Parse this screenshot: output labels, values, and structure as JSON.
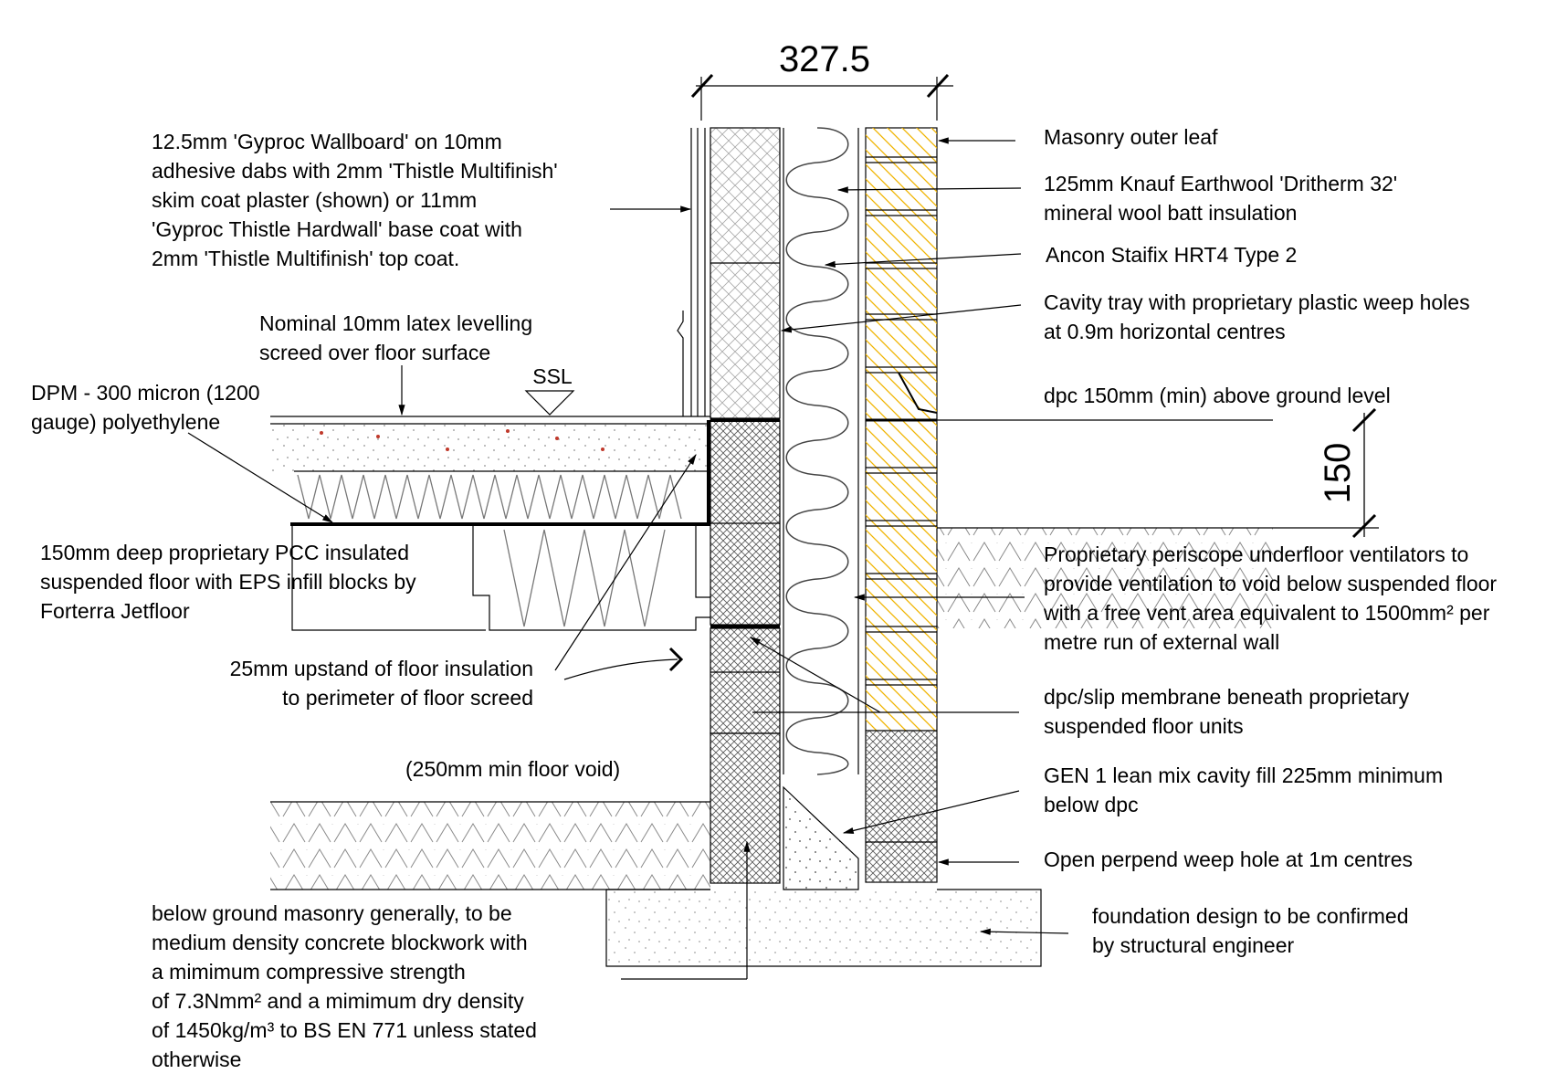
{
  "dimensions": {
    "wall_width": "327.5",
    "dpc_height": "150"
  },
  "datum": {
    "ssl": "SSL"
  },
  "labels": {
    "plasterboard": "12.5mm 'Gyproc Wallboard' on 10mm\nadhesive dabs with 2mm 'Thistle Multifinish'\nskim coat plaster (shown) or 11mm\n'Gyproc Thistle Hardwall' base coat with\n2mm 'Thistle Multifinish' top coat.",
    "screed": "Nominal 10mm latex levelling\nscreed over floor surface",
    "dpm": "DPM - 300 micron (1200\ngauge) polyethylene",
    "floor_units": "150mm deep proprietary PCC insulated\nsuspended floor with EPS infill blocks by\nForterra Jetfloor",
    "upstand": "25mm upstand of floor insulation\nto perimeter of floor screed",
    "floor_void": "(250mm min floor void)",
    "below_ground": "below ground masonry generally, to be\nmedium density concrete blockwork with\na mimimum compressive strength\nof 7.3Nmm² and a mimimum dry density\nof 1450kg/m³ to BS EN 771 unless stated\notherwise",
    "outer_leaf": "Masonry outer leaf",
    "insulation": "125mm Knauf Earthwool 'Dritherm 32'\nmineral wool batt insulation",
    "wall_tie": "Ancon Staifix HRT4 Type 2",
    "cavity_tray": "Cavity tray with proprietary plastic weep holes\nat 0.9m horizontal centres",
    "dpc": "dpc 150mm (min) above ground level",
    "ventilators": "Proprietary periscope underfloor ventilators to\nprovide ventilation to void below suspended floor\nwith a free vent area equivalent to 1500mm² per\nmetre run of external wall",
    "slip_membrane": "dpc/slip membrane beneath proprietary\nsuspended floor units",
    "cavity_fill": "GEN 1 lean mix cavity fill 225mm minimum\nbelow dpc",
    "weep_hole": "Open perpend weep hole at 1m centres",
    "foundation": "foundation design to be confirmed\nby structural engineer"
  },
  "colors": {
    "line": "#000000",
    "brick_hatch": "#f0b400",
    "block_hatch": "#9a9a9a",
    "insulation": "#555555",
    "dots": "#c0392b"
  }
}
